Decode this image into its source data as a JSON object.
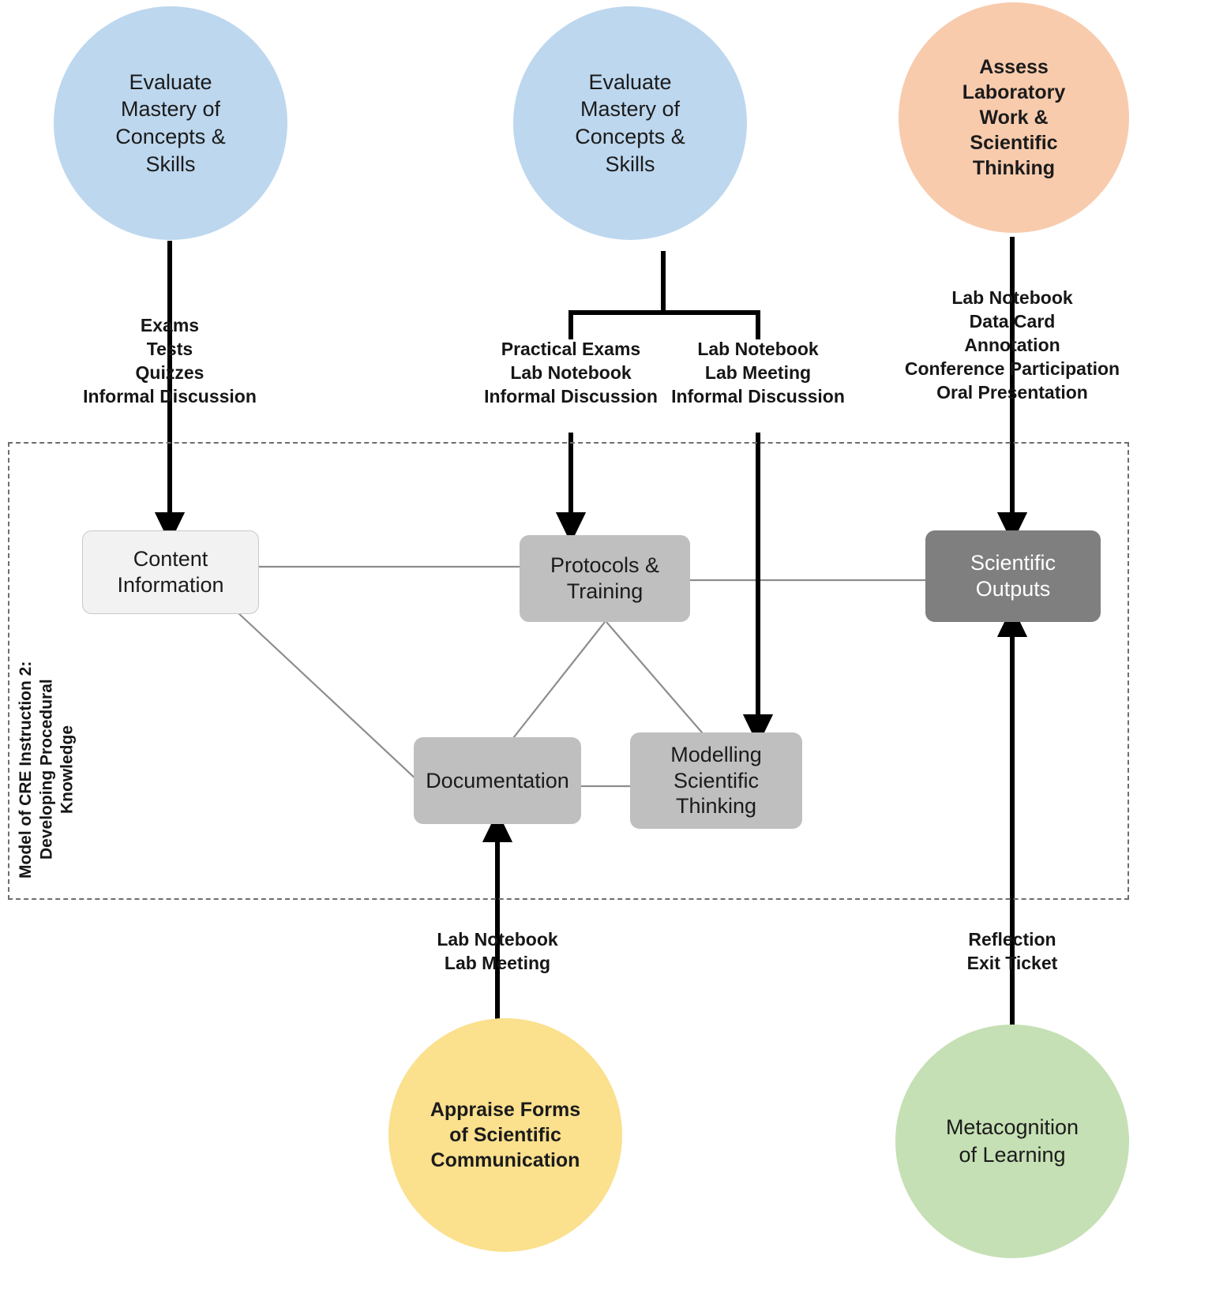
{
  "diagram": {
    "title": "Model of CRE Instruction 2: Developing Procedural Knowledge",
    "frame_label": "Model of CRE Instruction 2:\nDeveloping Procedural Knowledge",
    "colors": {
      "blue_circle": "#bdd7ee",
      "peach_circle": "#f8cbad",
      "yellow_circle": "#fbe08d",
      "green_circle": "#c5e0b4",
      "box_light": "#f2f2f2",
      "box_medium": "#bfbfbf",
      "box_dark": "#7f7f7f",
      "arrow": "#000000",
      "thin_line": "#808080",
      "dashed_border": "#6e6e6e",
      "text_dark": "#1b1b1b",
      "text_light": "#ffffff"
    }
  },
  "circles": [
    {
      "id": "evaluate-mastery-left",
      "label": "Evaluate\nMastery of\nConcepts &\nSkills",
      "color": "#bdd7ee",
      "bold": false
    },
    {
      "id": "evaluate-mastery-center",
      "label": "Evaluate\nMastery of\nConcepts &\nSkills",
      "color": "#bdd7ee",
      "bold": false
    },
    {
      "id": "assess-laboratory-work",
      "label": "Assess\nLaboratory\nWork &\nScientific\nThinking",
      "color": "#f8cbad",
      "bold": true
    },
    {
      "id": "appraise-forms-of-scientific-communication",
      "label": "Appraise Forms\nof Scientific\nCommunication",
      "color": "#fbe08d",
      "bold": true
    },
    {
      "id": "metacognition-of-learning",
      "label": "Metacognition\nof Learning",
      "color": "#c5e0b4",
      "bold": false
    }
  ],
  "nodes": [
    {
      "id": "content-information",
      "label": "Content\nInformation",
      "fill": "#f2f2f2",
      "text_color": "#1b1b1b"
    },
    {
      "id": "protocols-training",
      "label": "Protocols &\nTraining",
      "fill": "#bfbfbf",
      "text_color": "#1b1b1b"
    },
    {
      "id": "scientific-outputs",
      "label": "Scientific\nOutputs",
      "fill": "#7f7f7f",
      "text_color": "#ffffff"
    },
    {
      "id": "documentation",
      "label": "Documentation",
      "fill": "#bfbfbf",
      "text_color": "#1b1b1b"
    },
    {
      "id": "modelling-scientific-thinking",
      "label": "Modelling\nScientific\nThinking",
      "fill": "#bfbfbf",
      "text_color": "#1b1b1b"
    }
  ],
  "edge_labels": [
    {
      "id": "exams-tests-quizzes",
      "text": "Exams\nTests\nQuizzes\nInformal Discussion"
    },
    {
      "id": "practical-exams-lab-notebook",
      "text": "Practical Exams\nLab Notebook\nInformal Discussion"
    },
    {
      "id": "lab-notebook-lab-meeting",
      "text": "Lab Notebook\nLab Meeting\nInformal Discussion"
    },
    {
      "id": "lab-notebook-data-card",
      "text": "Lab Notebook\nData Card\nAnnotation\nConference Participation\nOral Presentation"
    },
    {
      "id": "lab-notebook-lab-meeting-bottom",
      "text": "Lab Notebook\nLab Meeting"
    },
    {
      "id": "reflection-exit-ticket",
      "text": "Reflection\nExit Ticket"
    }
  ]
}
